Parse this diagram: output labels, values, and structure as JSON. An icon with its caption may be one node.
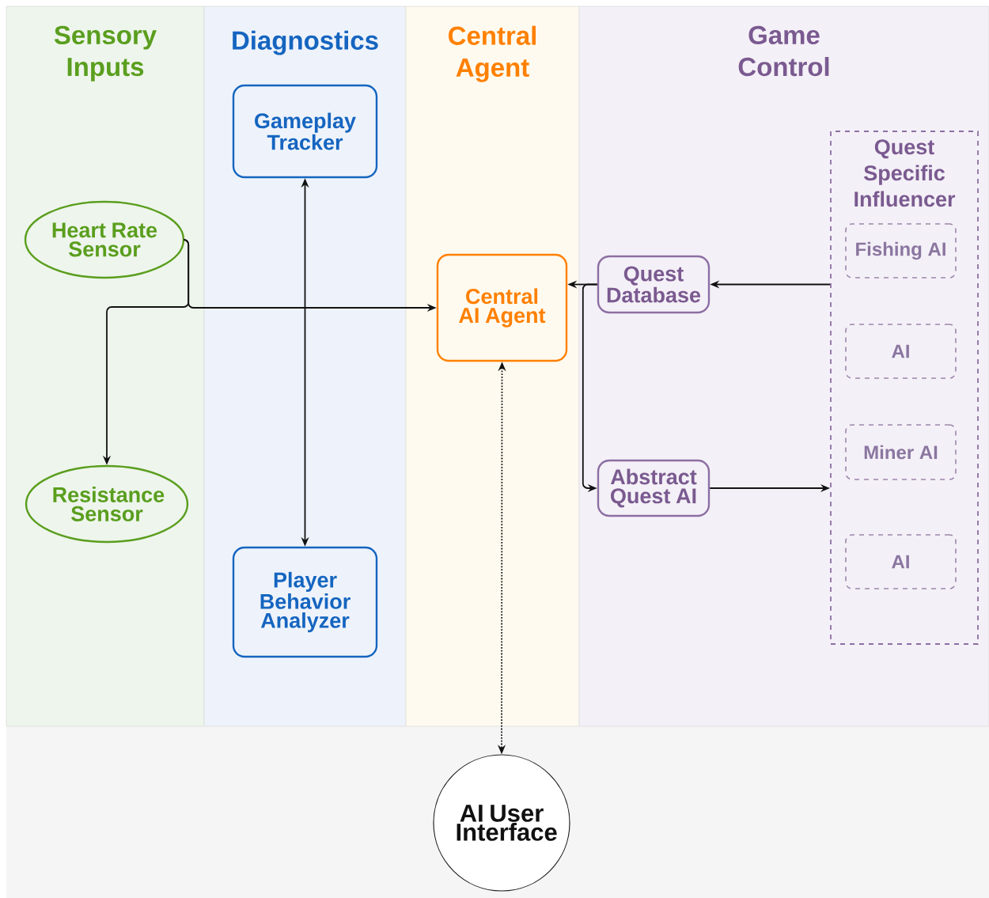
{
  "diagram": {
    "nodes": [
      {
        "text": [
          "Sensory Inputs"
        ]
      },
      {
        "text": [
          "Heart Rate Sensor"
        ],
        "in": 0
      },
      {
        "text": [
          "Resistance Sensor"
        ],
        "in": 0
      },
      {
        "text": [
          "Diagnostics"
        ]
      },
      {
        "text": [
          "Gameplay Tracker"
        ],
        "in": 3
      },
      {
        "text": [
          "Player Behavior Analyzer"
        ],
        "in": 3
      },
      {
        "text": [
          "Central Agent"
        ]
      },
      {
        "text": [
          "Central AI Agent"
        ],
        "in": 6
      },
      {
        "text": [
          "Game Control"
        ]
      },
      {
        "text": [
          "Quest Database"
        ],
        "in": 8
      },
      {
        "text": [
          "Abstract Quest AI"
        ],
        "in": 8
      },
      {
        "text": [
          "Quest Specific Influencer"
        ],
        "in": 8
      },
      {
        "text": [
          "Fishing AI"
        ],
        "in": 11
      },
      {
        "text": [
          "AI"
        ],
        "in": 11
      },
      {
        "text": [
          "Miner AI"
        ],
        "in": 11
      },
      {
        "text": [
          "AI"
        ],
        "in": 11
      },
      {
        "text": [
          "AI User Interface"
        ]
      }
    ],
    "edges": [
      {
        "from": 1,
        "to": 7,
        "arrow": "to"
      },
      {
        "from": 1,
        "to": 2,
        "arrow": "to"
      },
      {
        "from": 4,
        "to": 5,
        "arrow": "both"
      },
      {
        "from": 9,
        "to": 7,
        "arrow": "to"
      },
      {
        "from": 9,
        "to": 10,
        "arrow": "to"
      },
      {
        "from": 11,
        "to": 9,
        "arrow": "to"
      },
      {
        "from": 10,
        "to": 11,
        "arrow": "to"
      },
      {
        "from": 7,
        "to": 16,
        "arrow": "both",
        "style": "dashed"
      }
    ]
  }
}
